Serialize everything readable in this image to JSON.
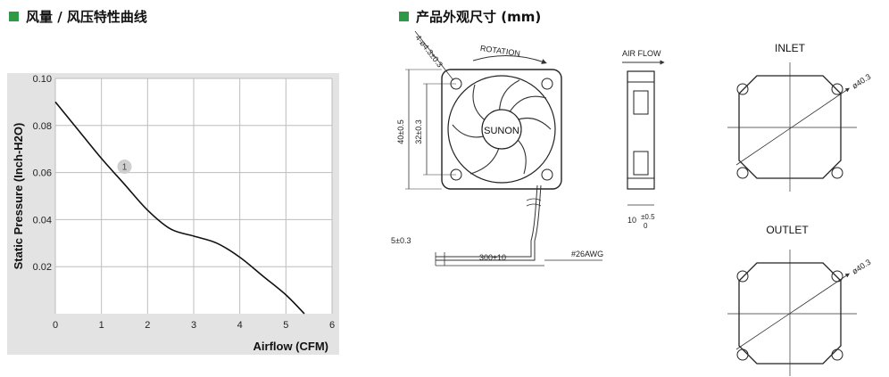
{
  "colors": {
    "accent": "#2e9a47",
    "panel": "#e3e3e3",
    "grid": "#bdbdbd",
    "curve": "#111111",
    "marker": "#cfcfcf"
  },
  "sections": {
    "curve_title": "风量 / 风压特性曲线",
    "dims_title": "产品外观尺寸 (mm)"
  },
  "chart_data": {
    "type": "line",
    "xlabel": "Airflow (CFM)",
    "ylabel": "Static Pressure (Inch-H2O)",
    "xlim": [
      0,
      6
    ],
    "ylim": [
      0,
      0.1
    ],
    "xticks": [
      "0",
      "1",
      "2",
      "3",
      "4",
      "5",
      "6"
    ],
    "yticks": [
      "0.02",
      "0.04",
      "0.06",
      "0.08",
      "0.10"
    ],
    "grid": true,
    "series": [
      {
        "marker_label": "1",
        "x": [
          0,
          0.5,
          1.0,
          1.5,
          2.0,
          2.5,
          3.0,
          3.5,
          4.0,
          4.5,
          5.0,
          5.4
        ],
        "y": [
          0.09,
          0.078,
          0.066,
          0.055,
          0.044,
          0.036,
          0.033,
          0.03,
          0.024,
          0.016,
          0.008,
          0.0
        ]
      }
    ],
    "annotation": {
      "label": "1",
      "x": 1.5,
      "y": 0.0625
    }
  },
  "drawing": {
    "hole_spec": "4-ø4.3±0.3",
    "rotation": "ROTATION",
    "brand": "SUNON",
    "dim_outer": "40±0.5",
    "dim_hole": "32±0.3",
    "lead_strip": "5±0.3",
    "lead_length": "300±10",
    "wire_gauge": "#26AWG",
    "air_flow": "AIR FLOW",
    "thickness_main": "10",
    "thickness_tol": "±0.5",
    "thickness_tol2": "0",
    "inlet": "INLET",
    "outlet": "OUTLET",
    "diameter": "ø40.3"
  }
}
